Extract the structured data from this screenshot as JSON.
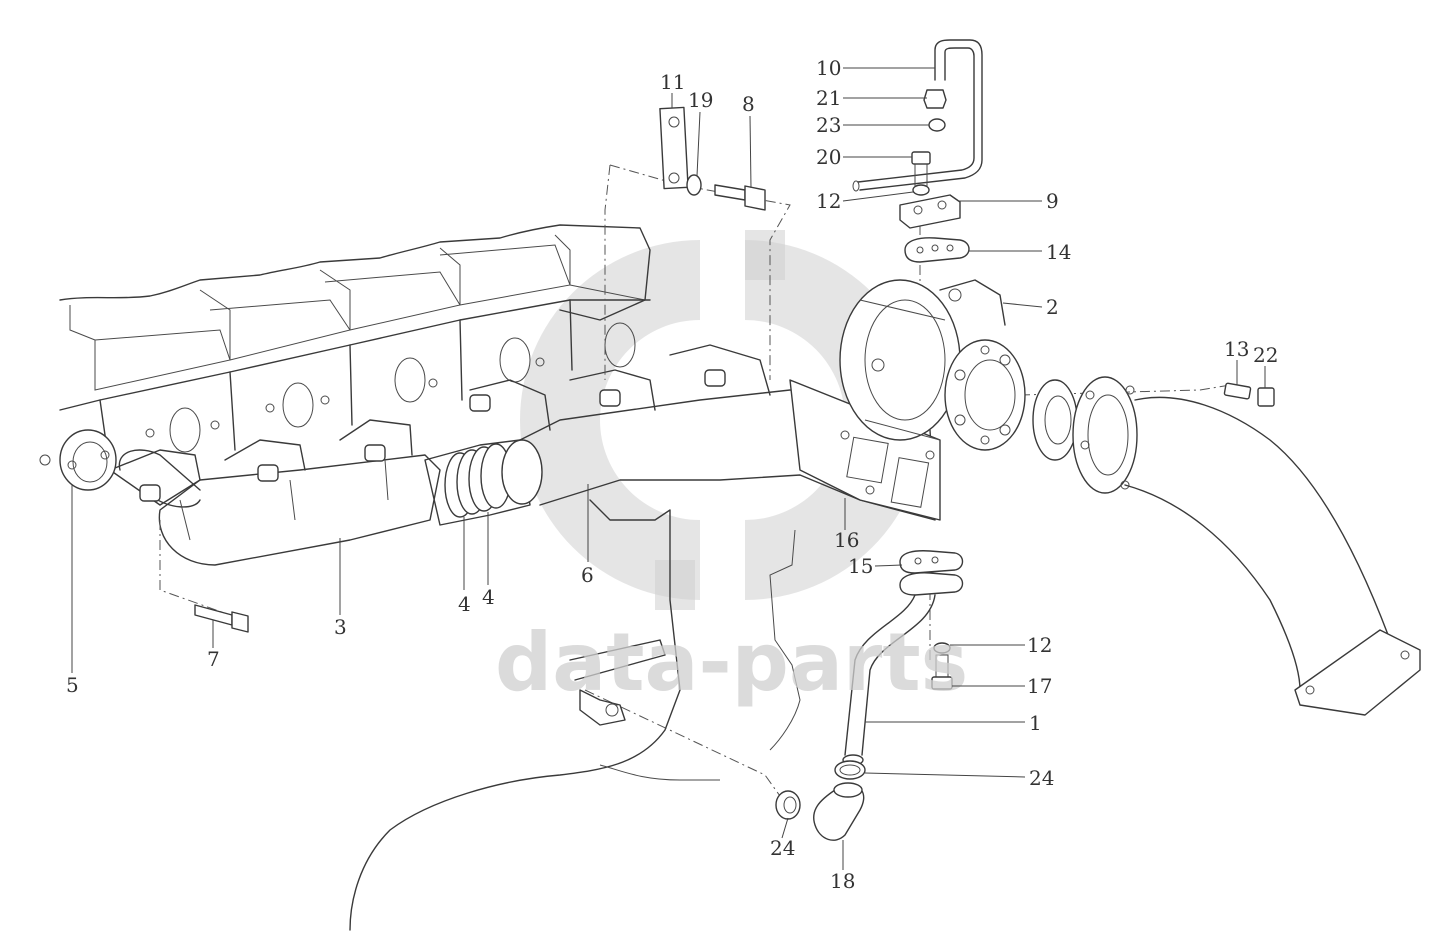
{
  "watermark": {
    "text": "data-parts",
    "color": "#cfcfcf"
  },
  "callouts": [
    {
      "id": "lbl-10",
      "text": "10"
    },
    {
      "id": "lbl-21",
      "text": "21"
    },
    {
      "id": "lbl-23",
      "text": "23"
    },
    {
      "id": "lbl-20",
      "text": "20"
    },
    {
      "id": "lbl-12a",
      "text": "12"
    },
    {
      "id": "lbl-9",
      "text": "9"
    },
    {
      "id": "lbl-14",
      "text": "14"
    },
    {
      "id": "lbl-2",
      "text": "2"
    },
    {
      "id": "lbl-11",
      "text": "11"
    },
    {
      "id": "lbl-19",
      "text": "19"
    },
    {
      "id": "lbl-8",
      "text": "8"
    },
    {
      "id": "lbl-13",
      "text": "13"
    },
    {
      "id": "lbl-22",
      "text": "22"
    },
    {
      "id": "lbl-16",
      "text": "16"
    },
    {
      "id": "lbl-15",
      "text": "15"
    },
    {
      "id": "lbl-12b",
      "text": "12"
    },
    {
      "id": "lbl-17",
      "text": "17"
    },
    {
      "id": "lbl-1",
      "text": "1"
    },
    {
      "id": "lbl-24a",
      "text": "24"
    },
    {
      "id": "lbl-24b",
      "text": "24"
    },
    {
      "id": "lbl-18",
      "text": "18"
    },
    {
      "id": "lbl-5",
      "text": "5"
    },
    {
      "id": "lbl-7",
      "text": "7"
    },
    {
      "id": "lbl-3",
      "text": "3"
    },
    {
      "id": "lbl-4a",
      "text": "4"
    },
    {
      "id": "lbl-4b",
      "text": "4"
    },
    {
      "id": "lbl-6",
      "text": "6"
    }
  ]
}
